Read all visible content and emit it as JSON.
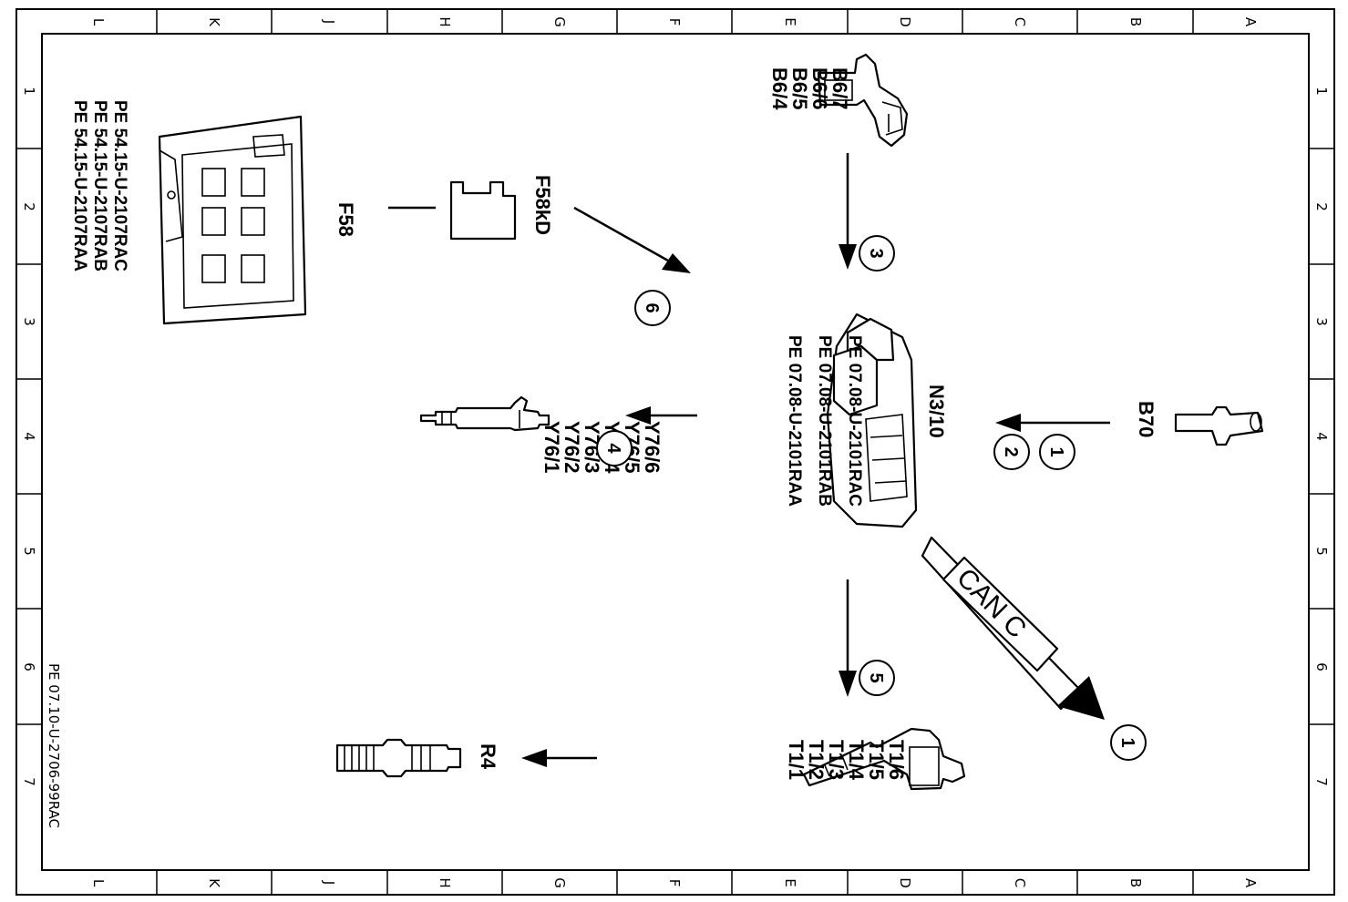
{
  "grid": {
    "columns": [
      "L",
      "K",
      "J",
      "H",
      "G",
      "F",
      "E",
      "D",
      "C",
      "B",
      "A"
    ],
    "rows": [
      "1",
      "2",
      "3",
      "4",
      "5",
      "6",
      "7"
    ]
  },
  "drawing_id": "PE 07.10-U-2706-99RAC",
  "components": {
    "b6": {
      "labels": [
        "B6/4",
        "B6/5",
        "B6/6",
        "B6/7"
      ]
    },
    "f58": {
      "label": "F58",
      "refs": [
        "PE 54.15-U-2107RAA",
        "PE 54.15-U-2107RAB",
        "PE 54.15-U-2107RAC"
      ]
    },
    "f58kd": {
      "label": "F58kD"
    },
    "n3": {
      "label": "N3/10",
      "refs": [
        "PE 07.08-U-2101RAA",
        "PE 07.08-U-2101RAB",
        "PE 07.08-U-2101RAC"
      ]
    },
    "b70": {
      "label": "B70"
    },
    "y76": {
      "labels": [
        "Y76/1",
        "Y76/2",
        "Y76/3",
        "Y76/4",
        "Y76/5",
        "Y76/6"
      ]
    },
    "t1": {
      "labels": [
        "T1/1",
        "T1/2",
        "T1/3",
        "T1/4",
        "T1/5",
        "T1/6"
      ]
    },
    "r4": {
      "label": "R4"
    },
    "can": {
      "label": "CAN C"
    }
  },
  "callouts": {
    "c1a": "1",
    "c2": "2",
    "c3": "3",
    "c4": "4",
    "c5": "5",
    "c6": "6",
    "c1b": "1"
  }
}
